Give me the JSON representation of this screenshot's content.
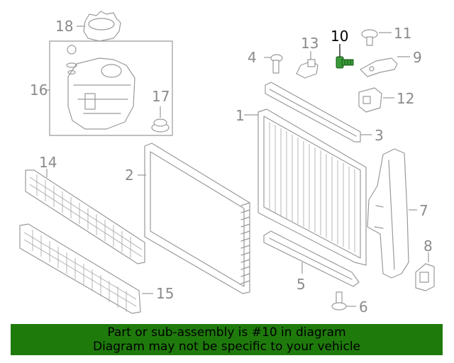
{
  "callouts": {
    "c1": "1",
    "c2": "2",
    "c3": "3",
    "c4": "4",
    "c5": "5",
    "c6": "6",
    "c7": "7",
    "c8": "8",
    "c9": "9",
    "c10": "10",
    "c11": "11",
    "c12": "12",
    "c13": "13",
    "c14": "14",
    "c15": "15",
    "c16": "16",
    "c17": "17",
    "c18": "18"
  },
  "highlighted_callout": "10",
  "banner": {
    "line1": "Part or sub-assembly is #10 in diagram",
    "line2": "Diagram may not be specific to your vehicle"
  },
  "colors": {
    "banner_bg": "#1f7a0c",
    "highlight_part": "#3a9a3a",
    "line_art": "#9a9a9a"
  }
}
